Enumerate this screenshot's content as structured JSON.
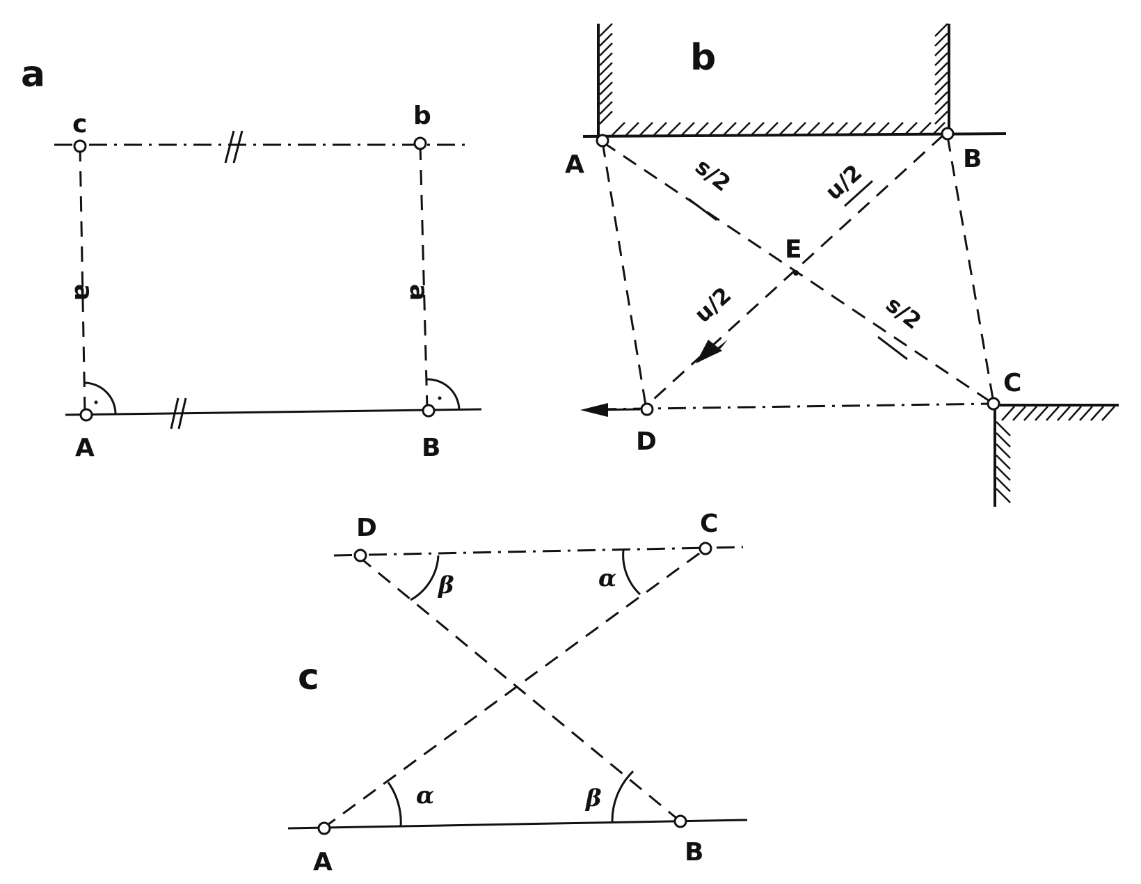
{
  "panel_a": {
    "label": "a",
    "points": {
      "c": "c",
      "b": "b",
      "A": "A",
      "B": "B"
    },
    "side_left": "a",
    "side_right": "a"
  },
  "panel_b": {
    "label": "b",
    "points": {
      "A": "A",
      "B": "B",
      "C": "C",
      "D": "D",
      "E": "E"
    },
    "segments": {
      "s_upper": "s/2",
      "s_lower": "s/2",
      "u_upper": "u/2",
      "u_lower": "u/2"
    }
  },
  "panel_c": {
    "label": "c",
    "points": {
      "D": "D",
      "C": "C",
      "A": "A",
      "B": "B"
    },
    "angles": {
      "alpha_top": "α",
      "beta_top": "β",
      "alpha_bottom": "α",
      "beta_bottom": "β"
    }
  },
  "colors": {
    "ink": "#111111",
    "paper": "#ffffff"
  }
}
